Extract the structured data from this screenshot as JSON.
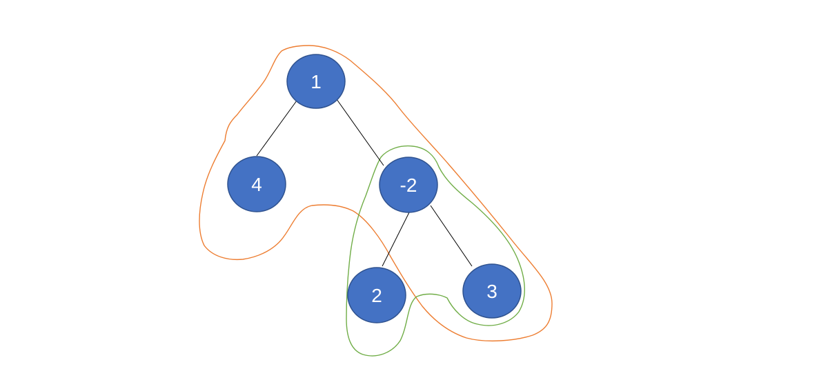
{
  "colors": {
    "node_fill": "#4472C4",
    "node_stroke": "#2F528F",
    "edge": "#000000",
    "outer_outline": "#ED7D31",
    "inner_outline": "#70AD47",
    "label": "#FFFFFF"
  },
  "nodes": {
    "root": {
      "label": "1"
    },
    "left": {
      "label": "4"
    },
    "right": {
      "label": "-2"
    },
    "right_left": {
      "label": "2"
    },
    "right_right": {
      "label": "3"
    }
  },
  "edges": [
    {
      "from": "root",
      "to": "left"
    },
    {
      "from": "root",
      "to": "right"
    },
    {
      "from": "right",
      "to": "right_left"
    },
    {
      "from": "right",
      "to": "right_right"
    }
  ]
}
